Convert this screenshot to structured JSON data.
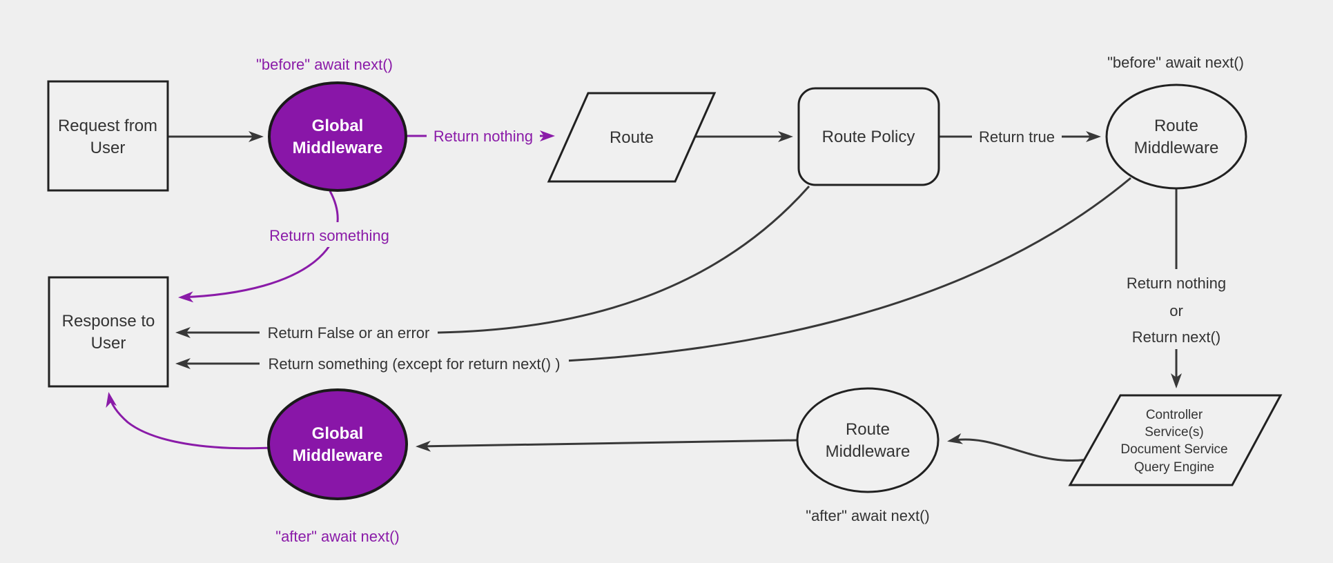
{
  "colors": {
    "background": "#efefef",
    "node_fill": "#f0f0f0",
    "node_stroke": "#212121",
    "edge_stroke": "#383838",
    "accent_purple_fill": "#8916a8",
    "accent_purple_line": "#8a1ba8",
    "text_dark": "#333333",
    "text_on_purple": "#ffffff"
  },
  "nodes": {
    "request": {
      "line1": "Request from",
      "line2": "User"
    },
    "global_middleware_top": {
      "line1": "Global",
      "line2": "Middleware"
    },
    "route": {
      "label": "Route"
    },
    "route_policy": {
      "label": "Route Policy"
    },
    "route_middleware_top": {
      "line1": "Route",
      "line2": "Middleware"
    },
    "controller": {
      "line1": "Controller",
      "line2": "Service(s)",
      "line3": "Document Service",
      "line4": "Query Engine"
    },
    "route_middleware_bottom": {
      "line1": "Route",
      "line2": "Middleware"
    },
    "global_middleware_bottom": {
      "line1": "Global",
      "line2": "Middleware"
    },
    "response": {
      "line1": "Response to",
      "line2": "User"
    }
  },
  "edge_labels": {
    "before_global": "\"before\" await next()",
    "return_nothing": "Return nothing",
    "return_true": "Return true",
    "before_route": "\"before\" await next()",
    "return_nothing_or_1": "Return nothing",
    "return_nothing_or_2": "or",
    "return_nothing_or_3": "Return next()",
    "after_route": "\"after\" await next()",
    "after_global": "\"after\" await next()",
    "return_something": "Return something",
    "return_false": "Return False or an error",
    "return_something_except": "Return something (except for return next() )"
  }
}
